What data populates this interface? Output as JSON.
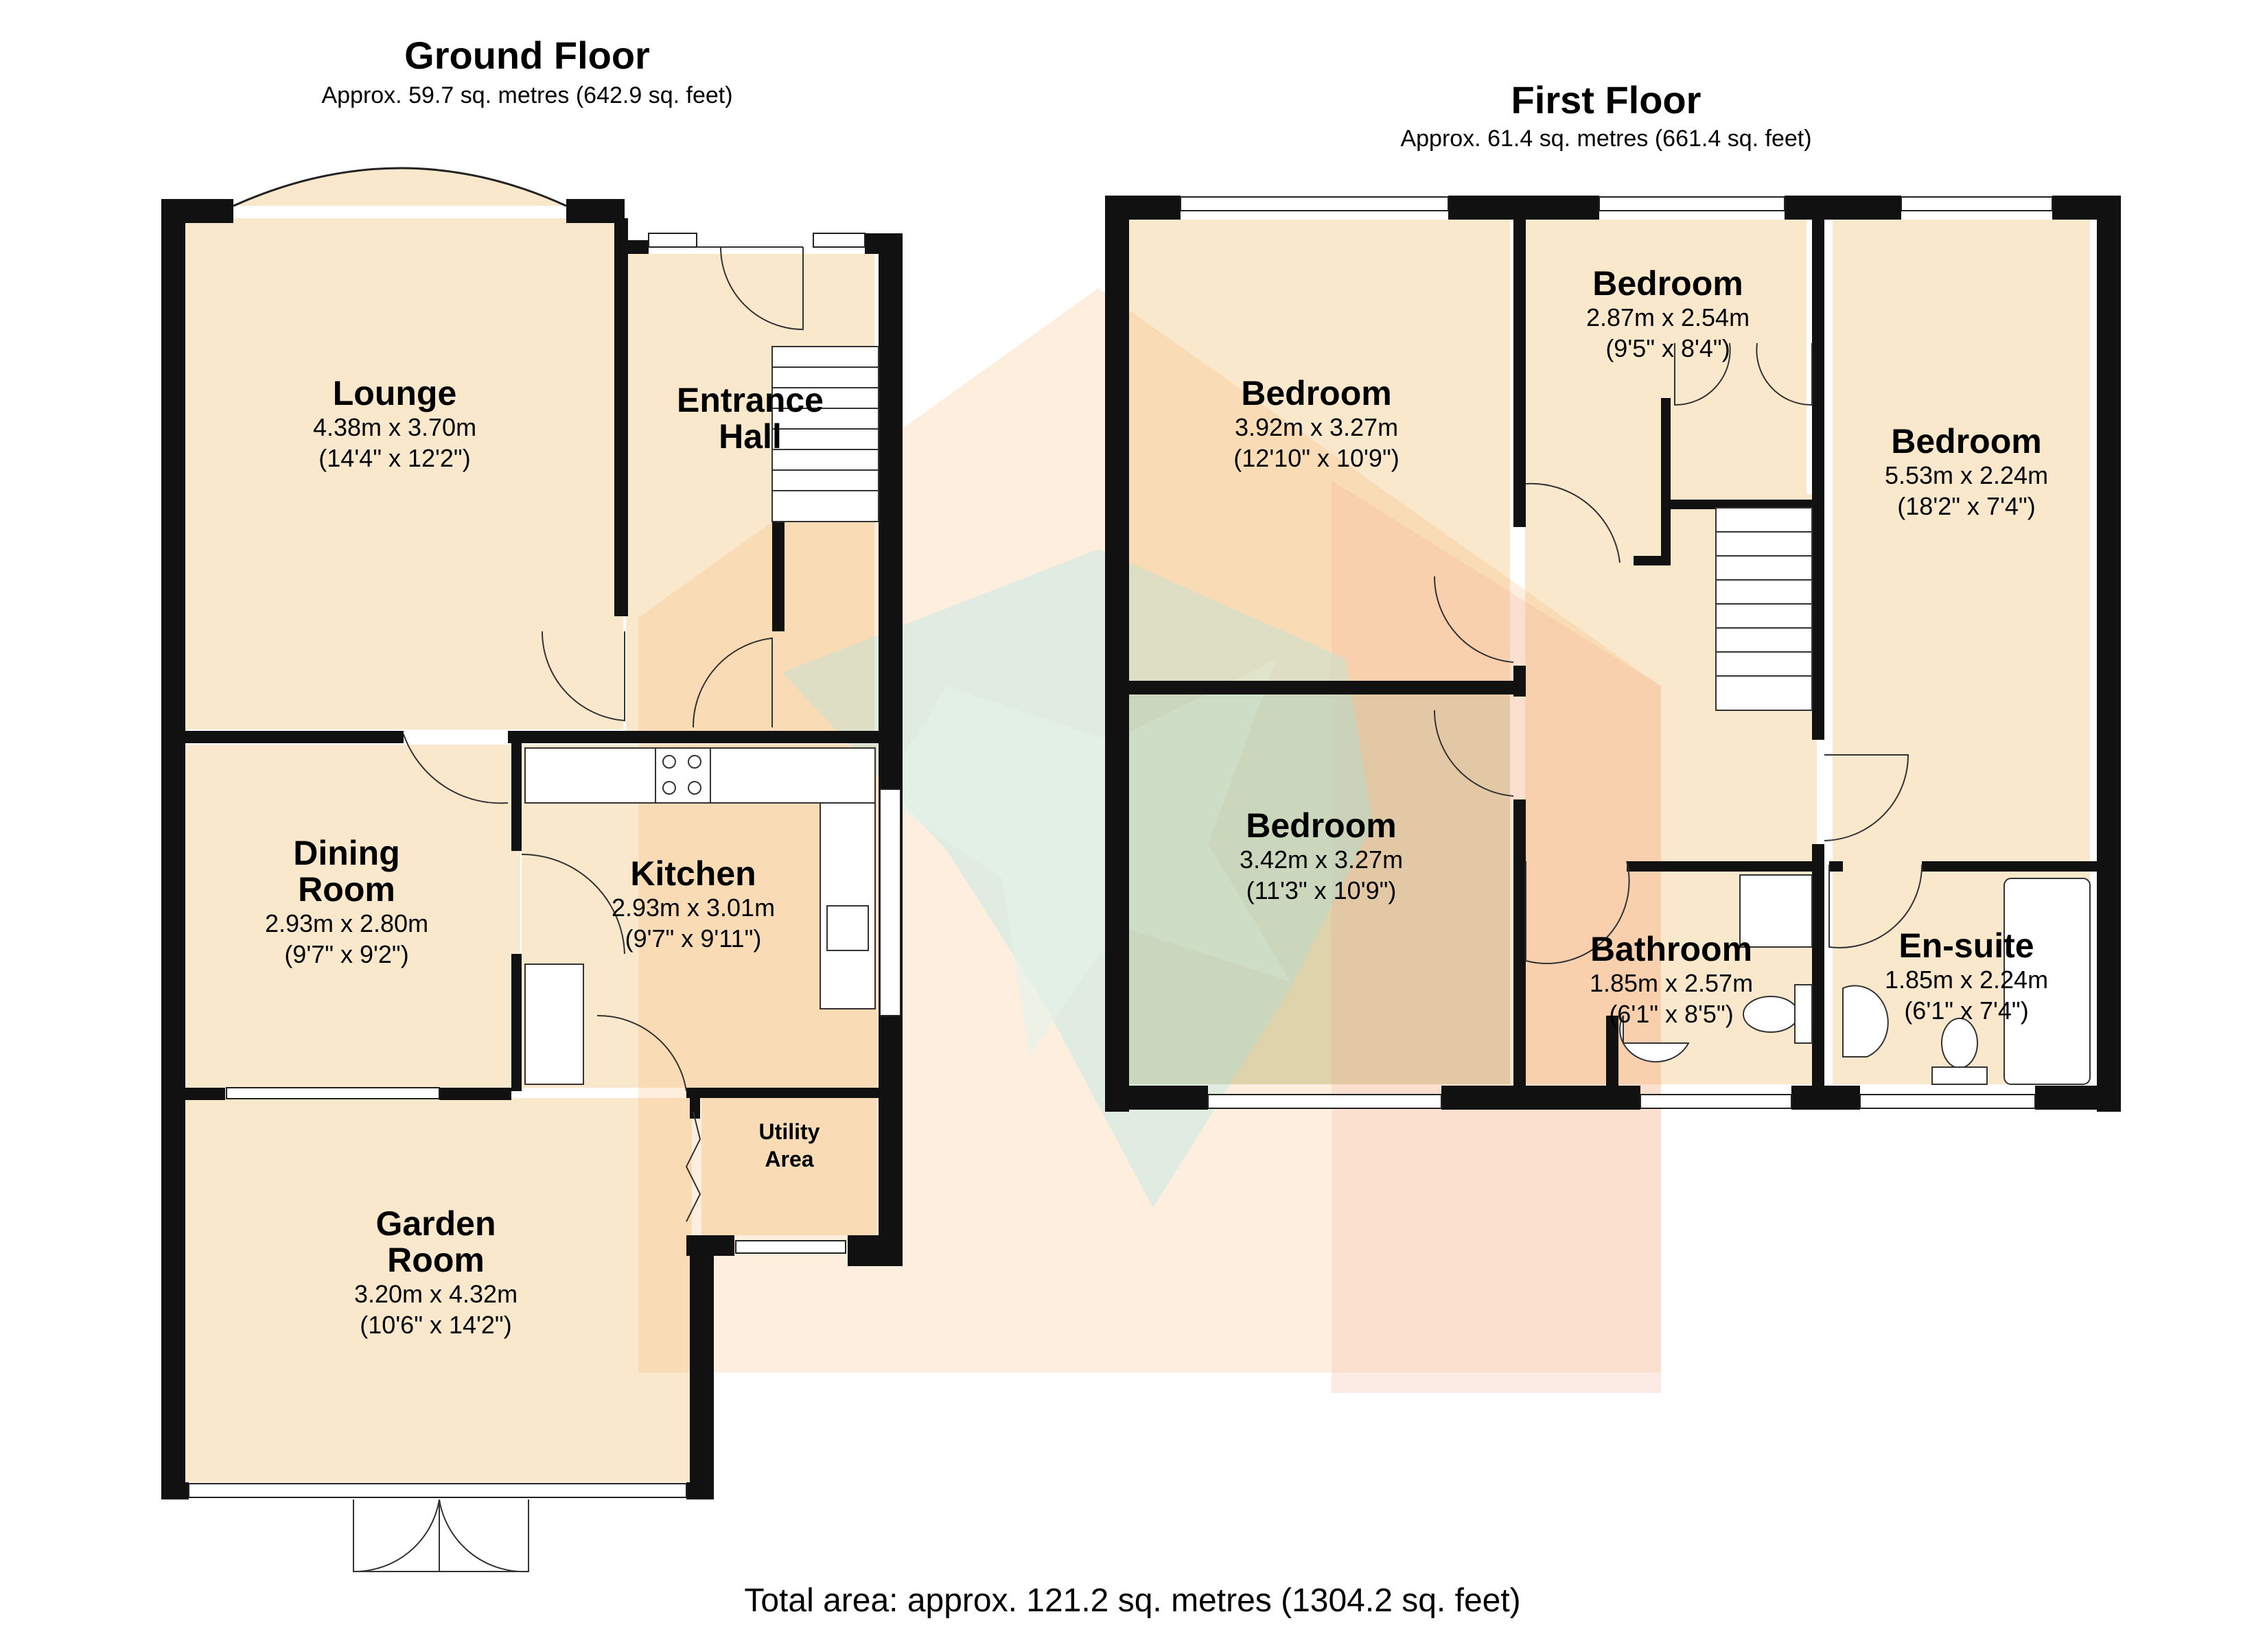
{
  "ground_floor": {
    "title": "Ground Floor",
    "area": "Approx. 59.7 sq. metres (642.9 sq. feet)",
    "rooms": {
      "lounge": {
        "name": "Lounge",
        "size_m": "4.38m x 3.70m",
        "size_ft": "(14'4\" x 12'2\")"
      },
      "entrance_hall": {
        "name_line1": "Entrance",
        "name_line2": "Hall"
      },
      "dining_room": {
        "name_line1": "Dining",
        "name_line2": "Room",
        "size_m": "2.93m x 2.80m",
        "size_ft": "(9'7\" x 9'2\")"
      },
      "kitchen": {
        "name": "Kitchen",
        "size_m": "2.93m x 3.01m",
        "size_ft": "(9'7\" x 9'11\")"
      },
      "utility": {
        "name_line1": "Utility",
        "name_line2": "Area"
      },
      "garden_room": {
        "name_line1": "Garden",
        "name_line2": "Room",
        "size_m": "3.20m x 4.32m",
        "size_ft": "(10'6\" x 14'2\")"
      }
    }
  },
  "first_floor": {
    "title": "First Floor",
    "area": "Approx. 61.4 sq. metres (661.4 sq. feet)",
    "rooms": {
      "bedroom_front_left": {
        "name": "Bedroom",
        "size_m": "3.92m x 3.27m",
        "size_ft": "(12'10\" x 10'9\")"
      },
      "bedroom_small": {
        "name": "Bedroom",
        "size_m": "2.87m x 2.54m",
        "size_ft": "(9'5\" x 8'4\")"
      },
      "bedroom_right": {
        "name": "Bedroom",
        "size_m": "5.53m x 2.24m",
        "size_ft": "(18'2\" x 7'4\")"
      },
      "bedroom_rear_left": {
        "name": "Bedroom",
        "size_m": "3.42m x 3.27m",
        "size_ft": "(11'3\" x 10'9\")"
      },
      "bathroom": {
        "name": "Bathroom",
        "size_m": "1.85m x 2.57m",
        "size_ft": "(6'1\" x 8'5\")"
      },
      "ensuite": {
        "name": "En-suite",
        "size_m": "1.85m x 2.24m",
        "size_ft": "(6'1\" x 7'4\")"
      }
    }
  },
  "total_area": "Total area: approx. 121.2 sq. metres (1304.2 sq. feet)",
  "colors": {
    "room_fill": "#fae8cc",
    "rear_bedroom_fill": "#d9dcc0",
    "wall": "#111111",
    "watermark_orange": "#f6a04a",
    "watermark_red": "#f08a70",
    "watermark_teal": "#8fc9b8"
  }
}
